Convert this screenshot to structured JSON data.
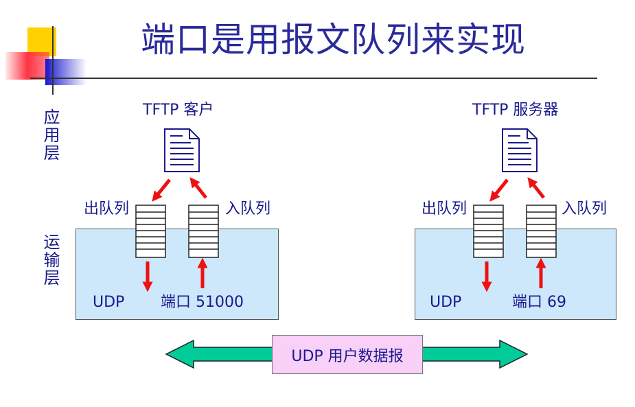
{
  "title": "端口是用报文队列来实现",
  "layers": {
    "application": "应用层",
    "transport": "运输层"
  },
  "client": {
    "name": "TFTP 客户",
    "out_queue": "出队列",
    "in_queue": "入队列",
    "protocol": "UDP",
    "port": "端口 51000"
  },
  "server": {
    "name": "TFTP 服务器",
    "out_queue": "出队列",
    "in_queue": "入队列",
    "protocol": "UDP",
    "port": "端口 69"
  },
  "datagram": "UDP 用户数据报",
  "colors": {
    "title": "#2a2a9a",
    "text": "#1a1a8c",
    "transport_fill": "#cce8fa",
    "datagram_fill": "#f8d0f8",
    "arrow_red": "#ee1111",
    "double_arrow": "#00cc99"
  }
}
